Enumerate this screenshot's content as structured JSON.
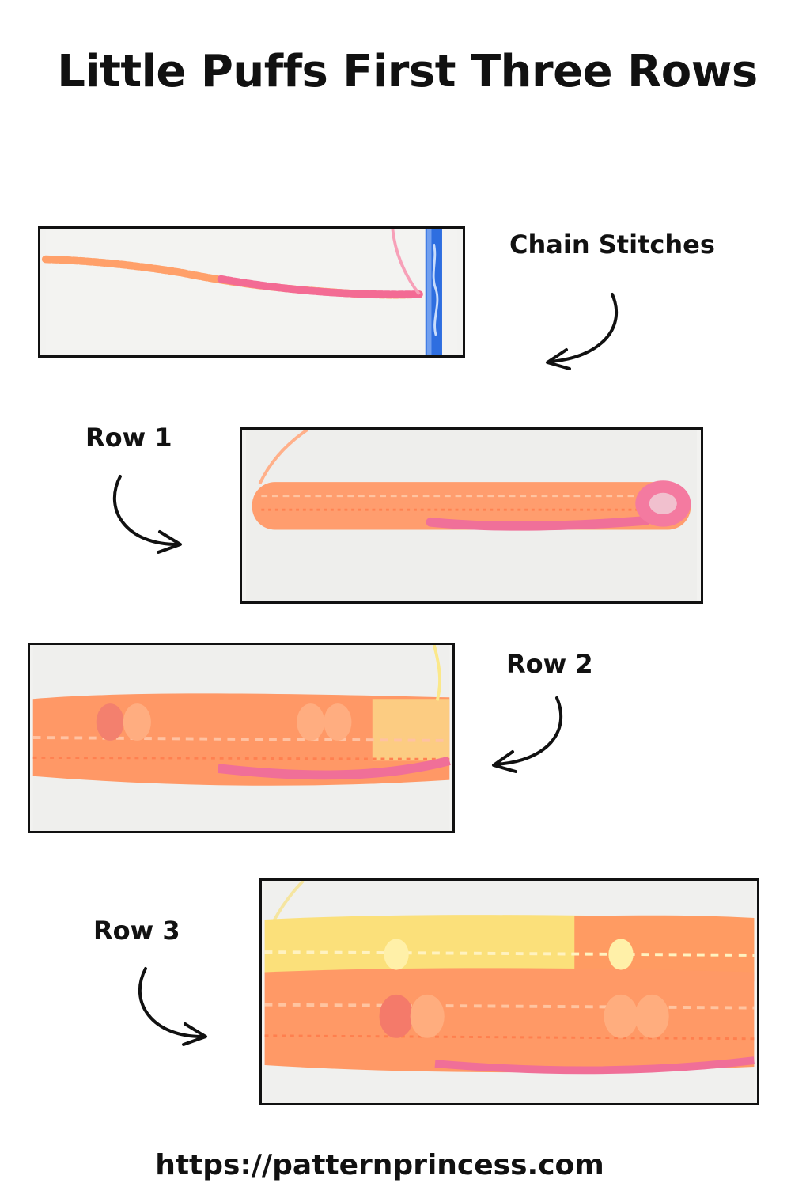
{
  "title": "Little Puffs First Three Rows",
  "steps": [
    {
      "label": "Chain Stitches"
    },
    {
      "label": "Row 1"
    },
    {
      "label": "Row 2"
    },
    {
      "label": "Row 3"
    }
  ],
  "footer": "https://patternprincess.com",
  "colors": {
    "yarn_orange": "#ff9660",
    "yarn_pink": "#f06a90",
    "yarn_yellow": "#fbe88a",
    "hook_blue": "#2e6ee0",
    "border": "#111111"
  }
}
